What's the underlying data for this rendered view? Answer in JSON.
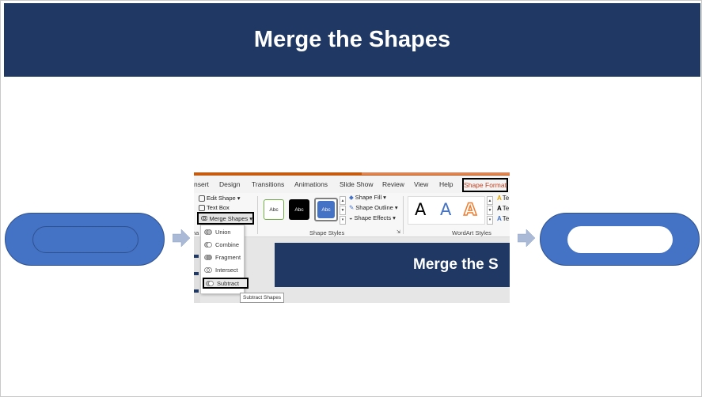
{
  "slide": {
    "title": "Merge the Shapes"
  },
  "colors": {
    "title_bg": "#203864",
    "shape_fill": "#4472c4",
    "arrow": "#a9b9d6",
    "active_tab": "#c43e1c"
  },
  "ribbon": {
    "tabs": [
      "nsert",
      "Design",
      "Transitions",
      "Animations",
      "Slide Show",
      "Review",
      "View",
      "Help"
    ],
    "active_tab": "Shape Format",
    "insert_shapes": {
      "edit_shape": "Edit Shape",
      "text_box": "Text Box",
      "merge_shapes": "Merge Shapes",
      "group_label_fragment": "ha"
    },
    "shape_styles": {
      "swatch_label": "Abc",
      "shape_fill": "Shape Fill",
      "shape_outline": "Shape Outline",
      "shape_effects": "Shape Effects",
      "group_label": "Shape Styles"
    },
    "wordart": {
      "letter": "A",
      "text_fragment": "Te",
      "group_label": "WordArt Styles"
    }
  },
  "merge_menu": {
    "items": [
      "Union",
      "Combine",
      "Fragment",
      "Intersect",
      "Subtract"
    ],
    "tooltip": "Subtract Shapes"
  },
  "preview_slide": {
    "title": "Merge the S"
  }
}
